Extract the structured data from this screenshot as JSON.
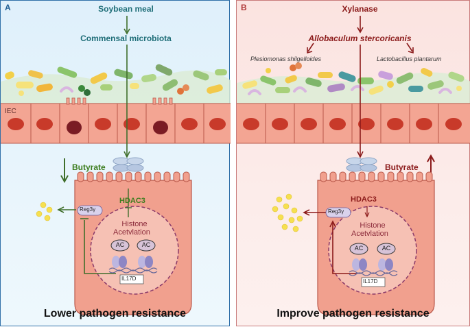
{
  "panelA": {
    "label": "A",
    "top_text": "Soybean meal",
    "microbiota": "Commensal microbiota",
    "iec": "IEC",
    "butyrate": "Butyrate",
    "hdac": "HDAC3",
    "reg": "Reg3γ",
    "histone1": "Histone",
    "histone2": "Acetvlation",
    "ac": "AC",
    "gene": "IL17D",
    "footer": "Lower pathogen resistance"
  },
  "panelB": {
    "label": "B",
    "top_text": "Xylanase",
    "bacterium": "Allobaculum stercoricanis",
    "sub_left": "Plesiomonas shilgelloides",
    "sub_right": "Lactobacillus plantarum",
    "butyrate": "Butyrate",
    "hdac": "HDAC3",
    "reg": "Reg3γ",
    "histone1": "Histone",
    "histone2": "Acetvlation",
    "ac": "AC",
    "gene": "IL17D",
    "footer": "Improve pathogen resistance"
  },
  "colors": {
    "panelA_border": "#2f6fa8",
    "panelB_border": "#c87a7a",
    "teal_text": "#1f6e78",
    "green_arrow": "#3f6e2b",
    "butyrate_green": "#3d7d1f",
    "dark_red": "#8b1a1a",
    "cell_fill": "#f2a08f",
    "nucleus": "#c83a2a"
  }
}
